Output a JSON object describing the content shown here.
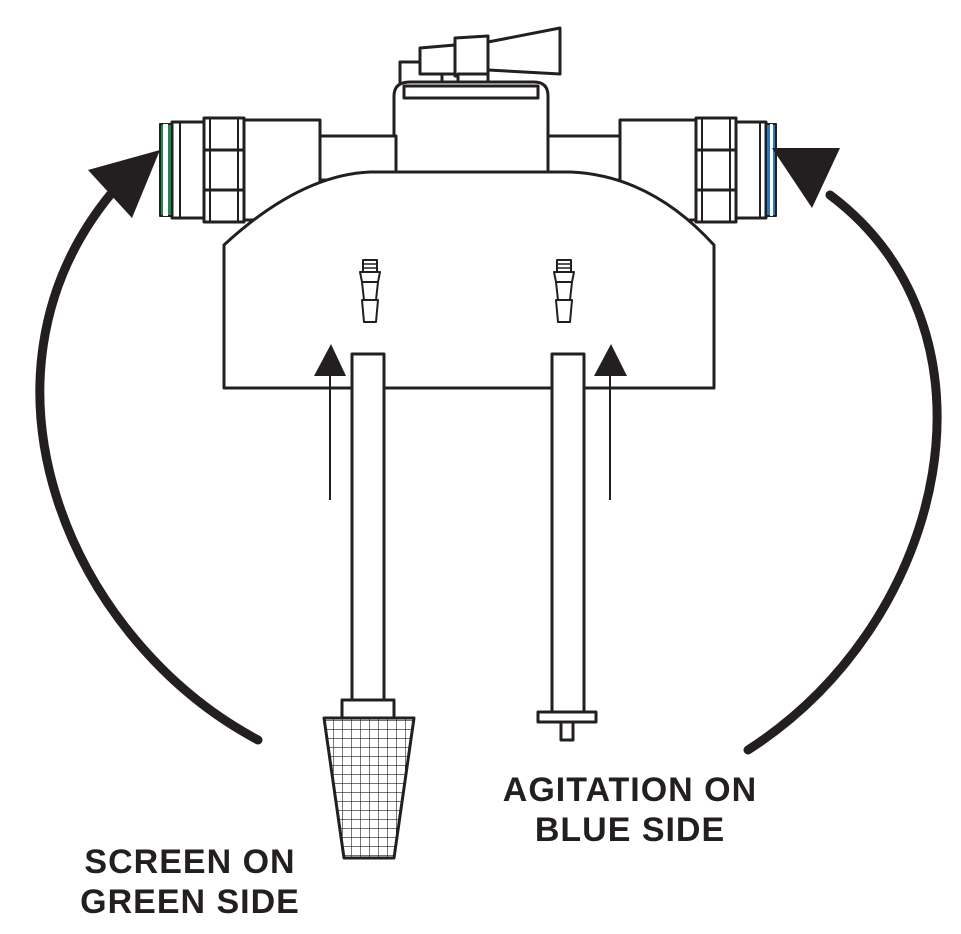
{
  "labels": {
    "screen": {
      "line1": "SCREEN ON",
      "line2": "GREEN SIDE"
    },
    "agitation": {
      "line1": "AGITATION ON",
      "line2": "BLUE SIDE"
    }
  },
  "colors": {
    "stroke": "#231f20",
    "green_ring": "#1b8a4a",
    "blue_ring": "#2a78b8",
    "background": "#ffffff"
  }
}
